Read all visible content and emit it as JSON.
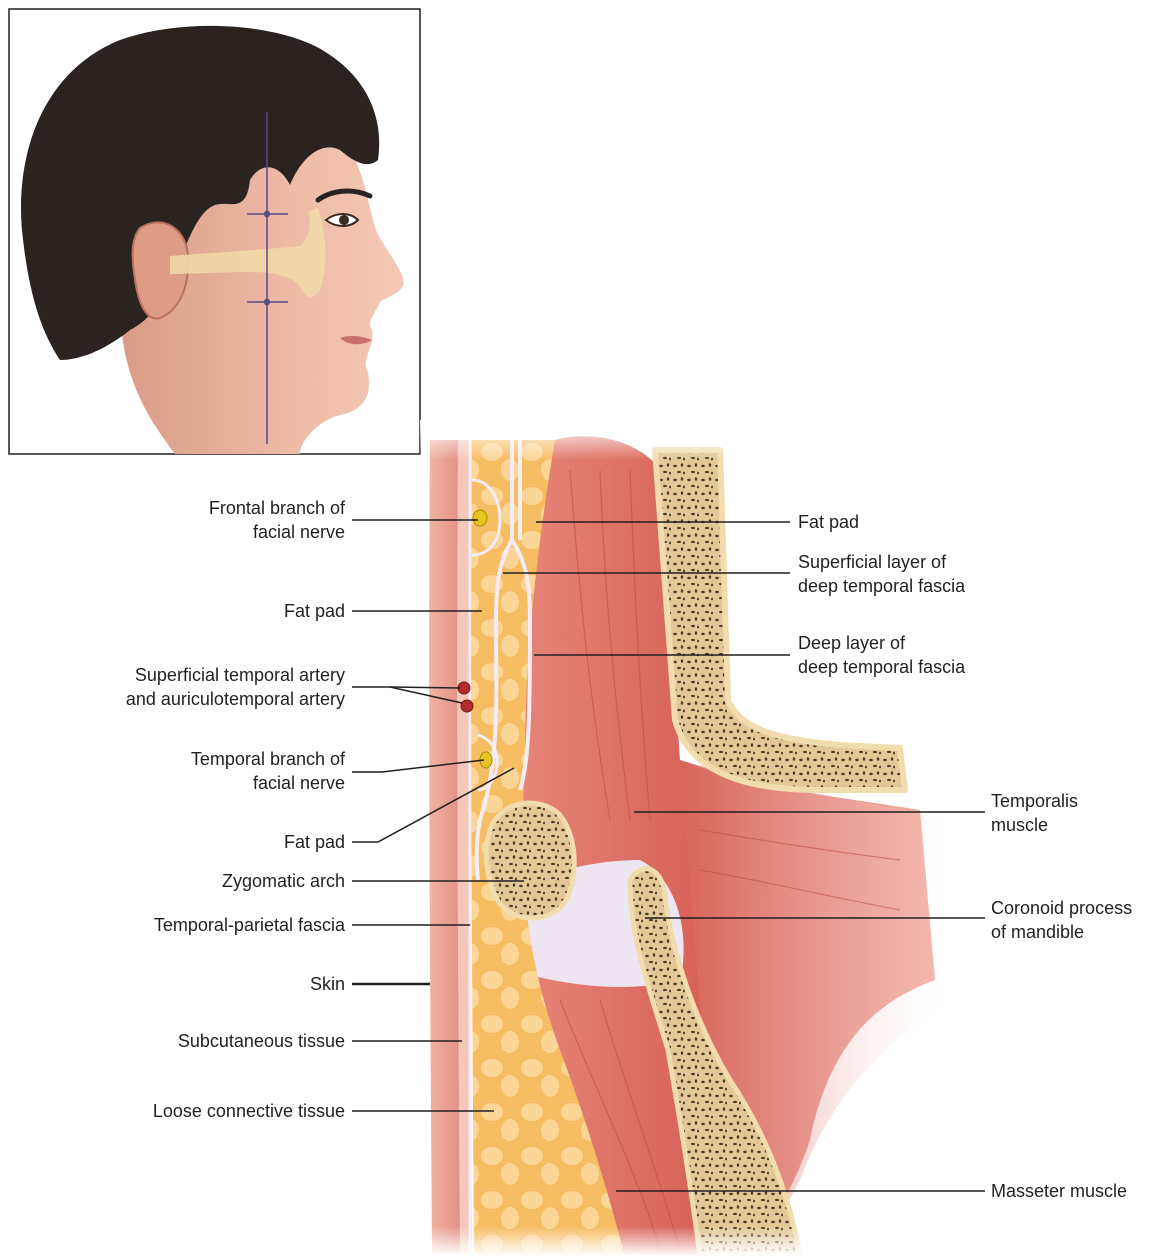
{
  "labels_left": [
    {
      "id": "frontal-branch",
      "lines": [
        "Frontal branch of",
        "facial nerve"
      ]
    },
    {
      "id": "fat-pad-upper-left",
      "lines": [
        "Fat pad"
      ]
    },
    {
      "id": "superficial-temporal-artery",
      "lines": [
        "Superficial temporal artery",
        "and auriculotemporal artery"
      ]
    },
    {
      "id": "temporal-branch",
      "lines": [
        "Temporal branch of",
        "facial nerve"
      ]
    },
    {
      "id": "fat-pad-lower-left",
      "lines": [
        "Fat pad"
      ]
    },
    {
      "id": "zygomatic-arch",
      "lines": [
        "Zygomatic arch"
      ]
    },
    {
      "id": "temporal-parietal-fascia",
      "lines": [
        "Temporal-parietal fascia"
      ]
    },
    {
      "id": "skin",
      "lines": [
        "Skin"
      ]
    },
    {
      "id": "subcutaneous-tissue",
      "lines": [
        "Subcutaneous tissue"
      ]
    },
    {
      "id": "loose-connective-tissue",
      "lines": [
        "Loose connective tissue"
      ]
    }
  ],
  "labels_right": [
    {
      "id": "fat-pad-right",
      "lines": [
        "Fat pad"
      ]
    },
    {
      "id": "superficial-layer-deep-temporal-fascia",
      "lines": [
        "Superficial layer of",
        "deep temporal fascia"
      ]
    },
    {
      "id": "deep-layer-deep-temporal-fascia",
      "lines": [
        "Deep layer of",
        "deep temporal fascia"
      ]
    },
    {
      "id": "temporalis-muscle",
      "lines": [
        "Temporalis",
        "muscle"
      ]
    },
    {
      "id": "coronoid-process",
      "lines": [
        "Coronoid process",
        "of mandible"
      ]
    },
    {
      "id": "masseter-muscle",
      "lines": [
        "Masseter muscle"
      ]
    }
  ],
  "colors": {
    "skin": "#e99a8c",
    "fat": "#f9c574",
    "fascia": "#f4ecf4",
    "muscle": "#d9675c",
    "bone": "#ecd4a4",
    "nerve": "#e6c51e",
    "artery": "#b52a2a",
    "guide_line": "#5b4a8a",
    "hair": "#2b2320"
  },
  "icons": [
    "head-profile-illustration",
    "cross-section-illustration"
  ]
}
